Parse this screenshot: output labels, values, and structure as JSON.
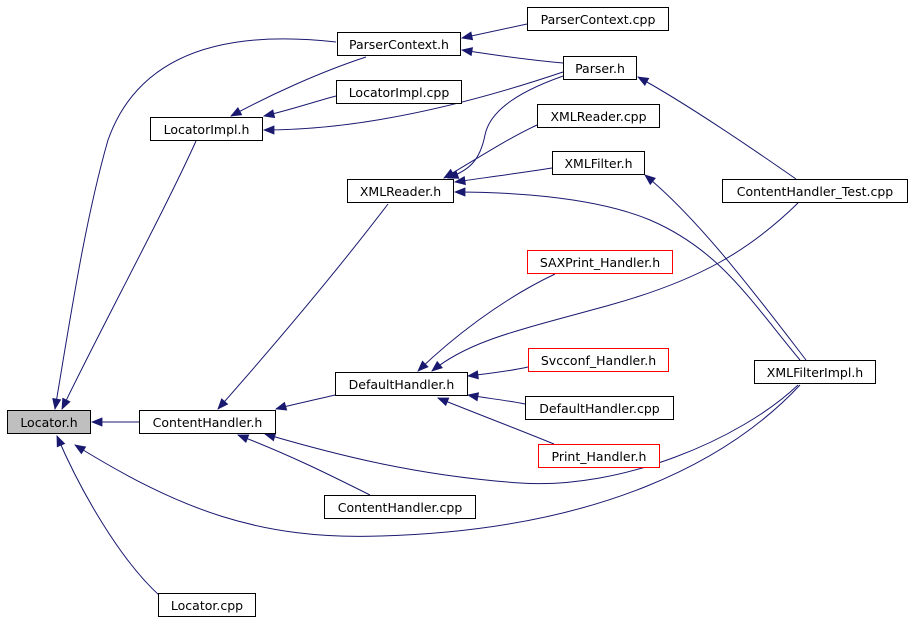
{
  "graph": {
    "edge_color": "#191970",
    "nodes": [
      {
        "id": "locator_h",
        "label": "Locator.h",
        "highlight": true
      },
      {
        "id": "contenthandler_h",
        "label": "ContentHandler.h"
      },
      {
        "id": "locatorimpl_h",
        "label": "LocatorImpl.h"
      },
      {
        "id": "parsercontext_h",
        "label": "ParserContext.h"
      },
      {
        "id": "parsercontext_cpp",
        "label": "ParserContext.cpp"
      },
      {
        "id": "parser_h",
        "label": "Parser.h"
      },
      {
        "id": "locatorimpl_cpp",
        "label": "LocatorImpl.cpp"
      },
      {
        "id": "xmlreader_cpp",
        "label": "XMLReader.cpp"
      },
      {
        "id": "xmlreader_h",
        "label": "XMLReader.h"
      },
      {
        "id": "xmlfilter_h",
        "label": "XMLFilter.h"
      },
      {
        "id": "contenthandler_test_cpp",
        "label": "ContentHandler_Test.cpp"
      },
      {
        "id": "saxprint_handler_h",
        "label": "SAXPrint_Handler.h",
        "red": true
      },
      {
        "id": "defaulthandler_h",
        "label": "DefaultHandler.h"
      },
      {
        "id": "svcconf_handler_h",
        "label": "Svcconf_Handler.h",
        "red": true
      },
      {
        "id": "xmlfilterimpl_h",
        "label": "XMLFilterImpl.h"
      },
      {
        "id": "defaulthandler_cpp",
        "label": "DefaultHandler.cpp"
      },
      {
        "id": "print_handler_h",
        "label": "Print_Handler.h",
        "red": true
      },
      {
        "id": "contenthandler_cpp",
        "label": "ContentHandler.cpp"
      },
      {
        "id": "locator_cpp",
        "label": "Locator.cpp"
      }
    ],
    "edges": [
      {
        "from": "contenthandler_h",
        "to": "locator_h"
      },
      {
        "from": "locatorimpl_h",
        "to": "locator_h"
      },
      {
        "from": "parsercontext_h",
        "to": "locator_h"
      },
      {
        "from": "xmlfilterimpl_h",
        "to": "locator_h"
      },
      {
        "from": "locator_cpp",
        "to": "locator_h"
      },
      {
        "from": "parsercontext_h",
        "to": "locatorimpl_h"
      },
      {
        "from": "locatorimpl_cpp",
        "to": "locatorimpl_h"
      },
      {
        "from": "parser_h",
        "to": "locatorimpl_h"
      },
      {
        "from": "parsercontext_cpp",
        "to": "parsercontext_h"
      },
      {
        "from": "parser_h",
        "to": "parsercontext_h"
      },
      {
        "from": "contenthandler_test_cpp",
        "to": "parser_h"
      },
      {
        "from": "parser_h",
        "to": "xmlreader_h"
      },
      {
        "from": "xmlreader_cpp",
        "to": "xmlreader_h"
      },
      {
        "from": "xmlfilter_h",
        "to": "xmlreader_h"
      },
      {
        "from": "xmlfilterimpl_h",
        "to": "xmlreader_h"
      },
      {
        "from": "xmlfilterimpl_h",
        "to": "xmlfilter_h"
      },
      {
        "from": "xmlreader_h",
        "to": "contenthandler_h"
      },
      {
        "from": "defaulthandler_h",
        "to": "contenthandler_h"
      },
      {
        "from": "contenthandler_cpp",
        "to": "contenthandler_h"
      },
      {
        "from": "xmlfilterimpl_h",
        "to": "contenthandler_h"
      },
      {
        "from": "saxprint_handler_h",
        "to": "defaulthandler_h"
      },
      {
        "from": "contenthandler_test_cpp",
        "to": "defaulthandler_h"
      },
      {
        "from": "svcconf_handler_h",
        "to": "defaulthandler_h"
      },
      {
        "from": "defaulthandler_cpp",
        "to": "defaulthandler_h"
      },
      {
        "from": "print_handler_h",
        "to": "defaulthandler_h"
      }
    ]
  }
}
